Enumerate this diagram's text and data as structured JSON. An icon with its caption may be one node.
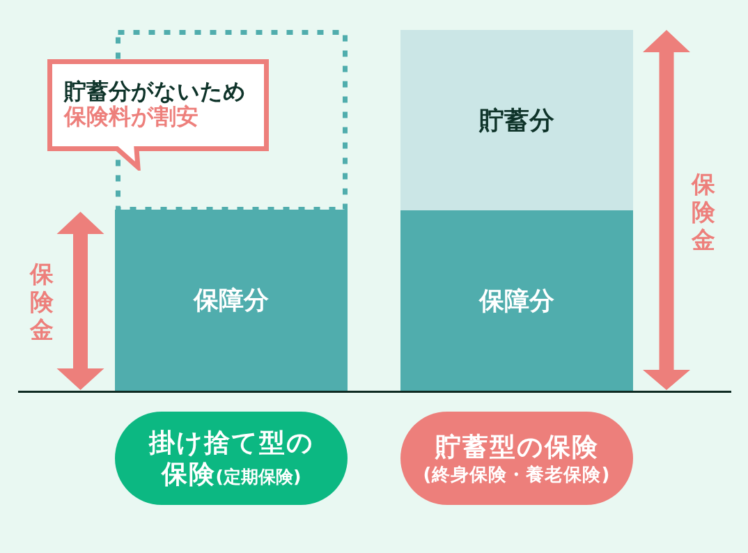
{
  "diagram": {
    "nodes": [
      {
        "text": [],
        "shape": "box"
      },
      {
        "text": [
          "貯蓄分がないため",
          "保険料が割安"
        ]
      },
      {
        "text": [
          "貯蓄分"
        ]
      },
      {
        "text": [
          "保障分"
        ]
      },
      {
        "text": [
          "保障分"
        ]
      },
      {
        "text": [
          "掛け捨て型の保険",
          "(定期保険)"
        ]
      },
      {
        "text": [
          "貯蓄型の保険",
          "(終身保険・養老保険)"
        ]
      }
    ],
    "labels": [
      "保険金",
      "保険金"
    ]
  }
}
